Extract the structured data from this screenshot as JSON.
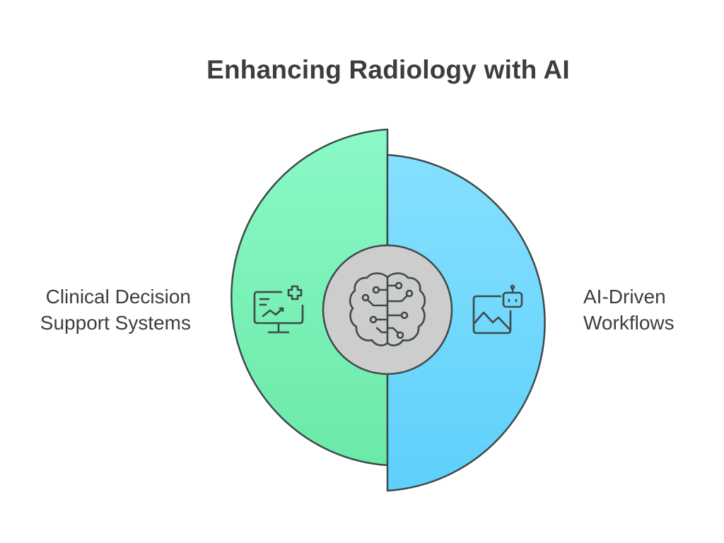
{
  "title": "Enhancing Radiology with AI",
  "left_segment": {
    "label_line1": "Clinical Decision",
    "label_line2": "Support Systems",
    "icon": "monitor-chart-medical-icon",
    "color": "#86f7c2"
  },
  "right_segment": {
    "label_line1": "AI-Driven",
    "label_line2": "Workflows",
    "icon": "image-robot-icon",
    "color": "#7fdcff"
  },
  "center": {
    "icon": "brain-circuit-icon",
    "color": "#cfcfcf"
  }
}
